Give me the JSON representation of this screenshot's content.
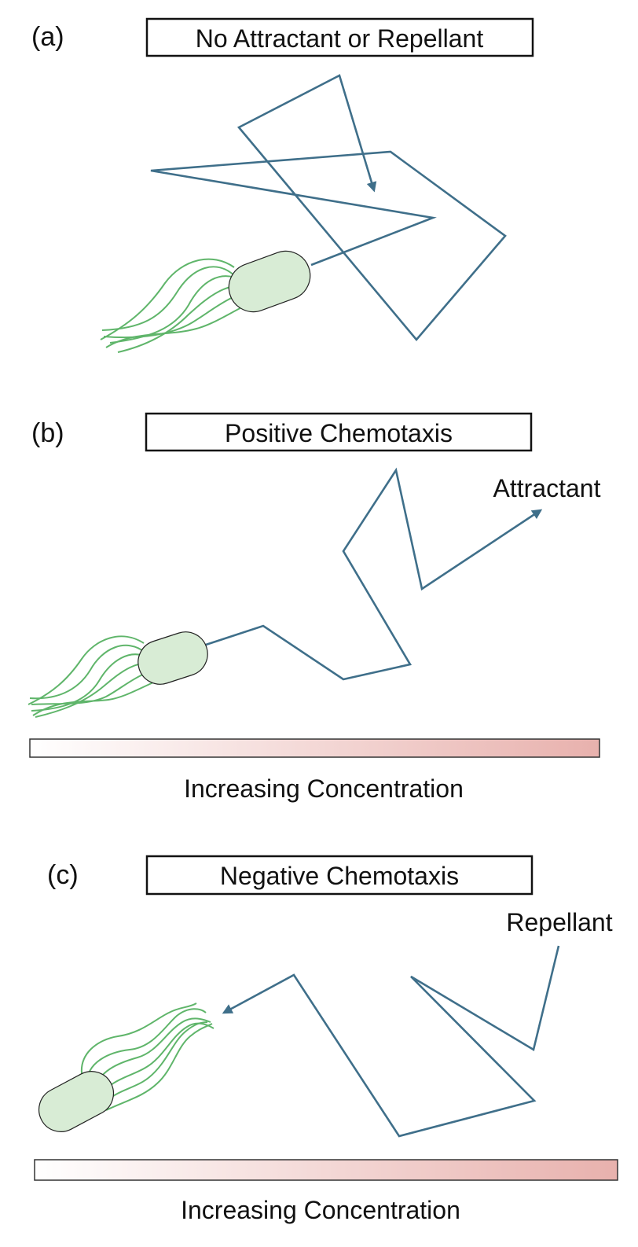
{
  "colors": {
    "path": "#3f6f8a",
    "flagella": "#5fb56a",
    "cell_fill": "#d8ecd5",
    "gradient_low": "#ffffff",
    "gradient_high": "#e8b1ad"
  },
  "panels": [
    {
      "id": "a",
      "label": "(a)",
      "title": "No Attractant or Repellant"
    },
    {
      "id": "b",
      "label": "(b)",
      "title": "Positive Chemotaxis",
      "target_label": "Attractant",
      "gradient_label": "Increasing Concentration"
    },
    {
      "id": "c",
      "label": "(c)",
      "title": "Negative Chemotaxis",
      "target_label": "Repellant",
      "gradient_label": "Increasing Concentration"
    }
  ]
}
